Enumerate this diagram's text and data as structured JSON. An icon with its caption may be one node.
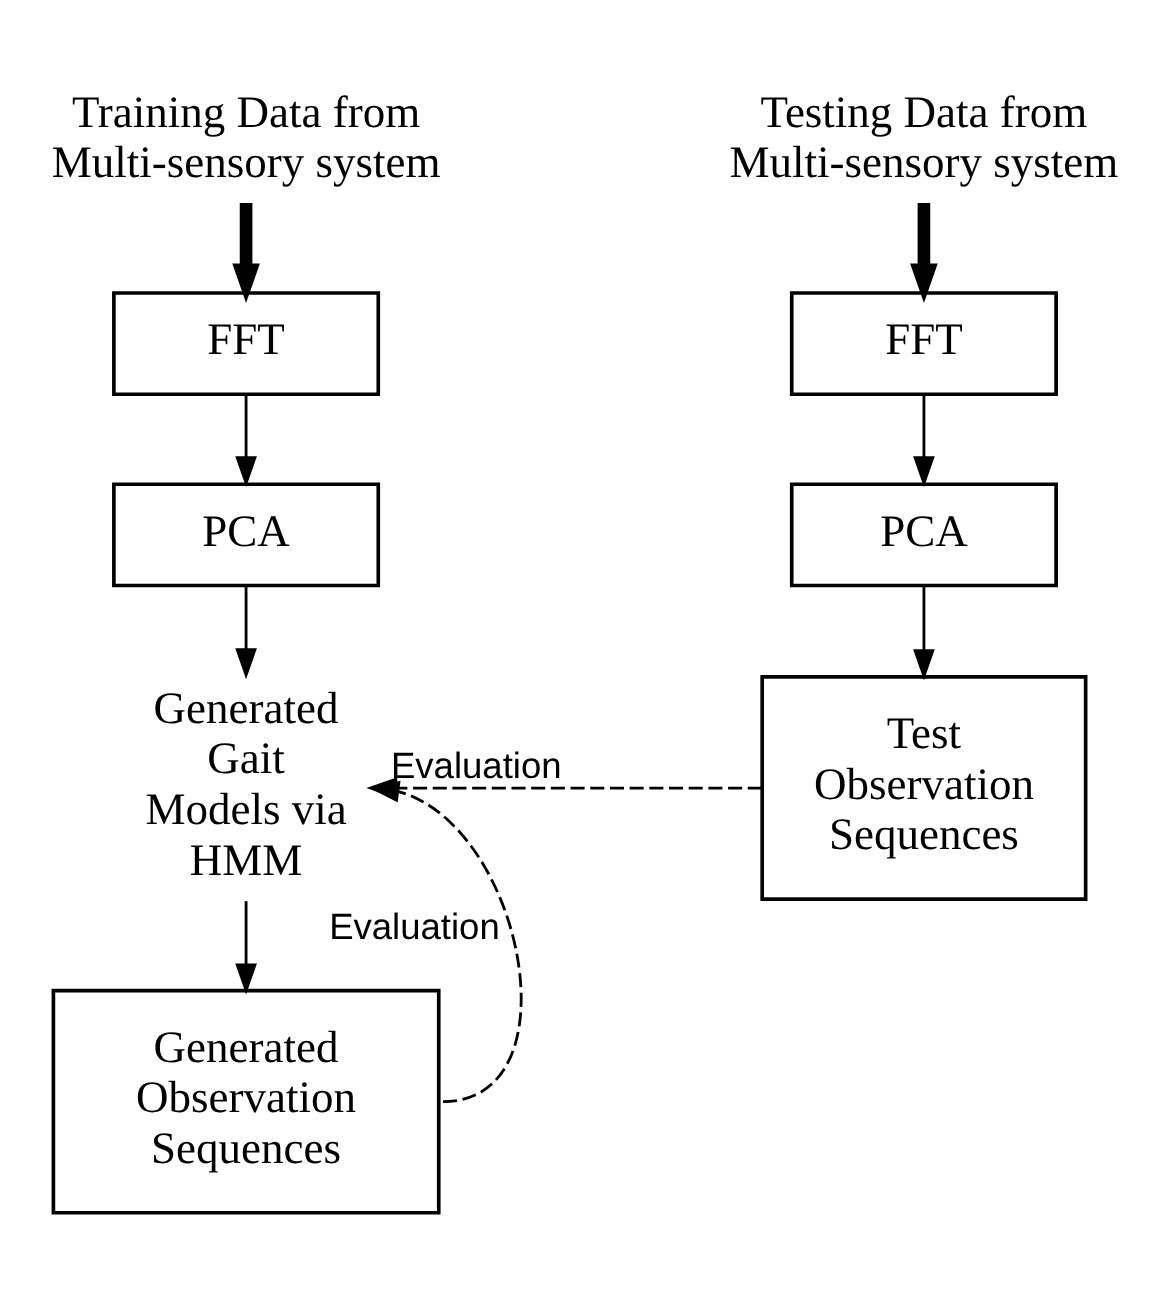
{
  "diagram": {
    "nodes": [
      {
        "text": [
          "Training Data from Multi-sensory system"
        ]
      },
      {
        "text": [
          "FFT"
        ]
      },
      {
        "text": [
          "PCA"
        ]
      },
      {
        "text": [
          "Generated Gait Models via HMM"
        ]
      },
      {
        "text": [
          "Generated Observation Sequences"
        ]
      },
      {
        "text": [
          "Testing Data from Multi-sensory system"
        ]
      },
      {
        "text": [
          "FFT"
        ]
      },
      {
        "text": [
          "PCA"
        ]
      },
      {
        "text": [
          "Test Observation Sequences"
        ]
      }
    ],
    "edges": [
      {
        "from": 0,
        "to": 1,
        "arrow": "to",
        "style": "thick"
      },
      {
        "from": 1,
        "to": 2,
        "arrow": "to"
      },
      {
        "from": 2,
        "to": 3,
        "arrow": "to"
      },
      {
        "from": 3,
        "to": 4,
        "arrow": "to"
      },
      {
        "from": 5,
        "to": 6,
        "arrow": "to",
        "style": "thick"
      },
      {
        "from": 6,
        "to": 7,
        "arrow": "to"
      },
      {
        "from": 7,
        "to": 8,
        "arrow": "to"
      },
      {
        "from": 8,
        "to": 3,
        "arrow": "to",
        "style": "dashed",
        "label": "Evaluation"
      },
      {
        "from": 4,
        "to": 3,
        "arrow": "to",
        "style": "dashed",
        "label": "Evaluation"
      }
    ]
  }
}
